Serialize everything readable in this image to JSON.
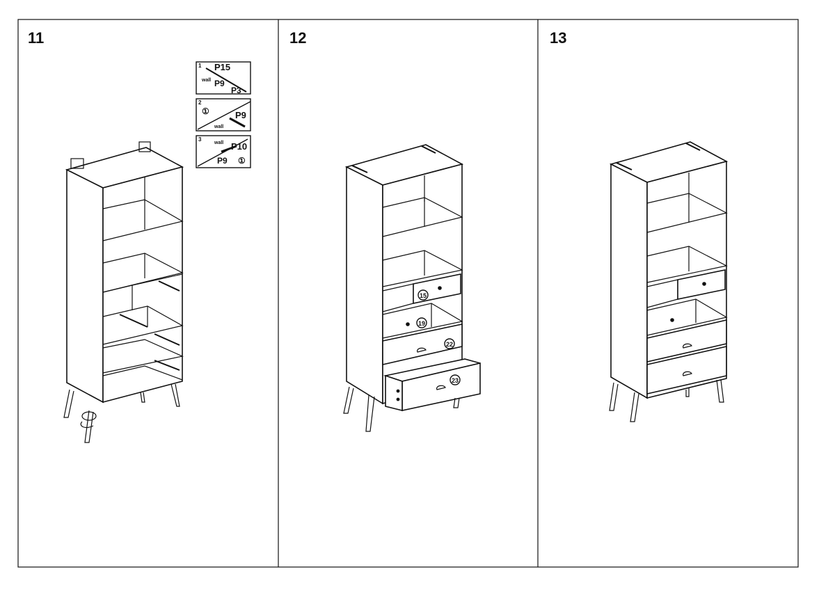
{
  "steps": [
    {
      "number": "11",
      "details": [
        {
          "index": "1",
          "labels": [
            "P15",
            "wall",
            "P9",
            "P3"
          ]
        },
        {
          "index": "2",
          "labels": [
            "①",
            "P9",
            "wall"
          ]
        },
        {
          "index": "3",
          "labels": [
            "wall",
            "P10",
            "P9",
            "①"
          ]
        }
      ]
    },
    {
      "number": "12",
      "callouts": [
        "15",
        "19",
        "22",
        "23"
      ]
    },
    {
      "number": "13"
    }
  ]
}
